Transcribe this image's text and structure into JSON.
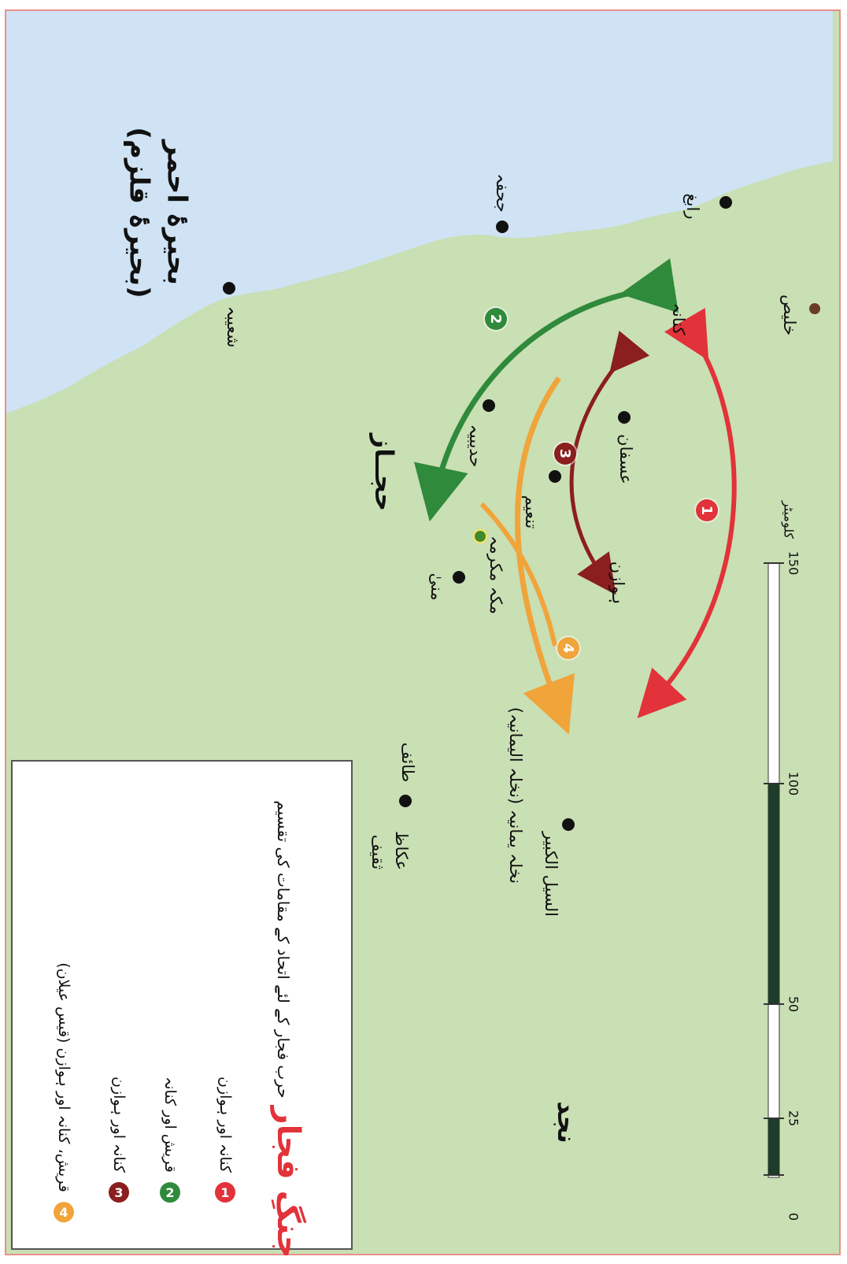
{
  "map": {
    "sea_label": "بحیرۂ احمر",
    "sea_label_alt": "(بحیرۂ قلزم)",
    "region_label": "حجــاز",
    "region_najd": "نجد",
    "colors": {
      "sea": "#cfe3f4",
      "land": "#c9dfb4",
      "route_1": "#e2323a",
      "route_2": "#2f8a3b",
      "route_3": "#8b1e1e",
      "route_4": "#f0a43a"
    }
  },
  "places": {
    "rabigh": "رابغ",
    "juhfa": "جحفہ",
    "shuaiba": "شعیبہ",
    "khulais": "خلیص",
    "kinana": "کنانہ",
    "usfan": "عسفان",
    "hudaibiya": "حدیبیہ",
    "tanim": "تنعیم",
    "makkah": "مکہ مکرمہ",
    "mina": "منیٰ",
    "hawazin_area": "ہوازن",
    "taif": "طائف",
    "thaqif": "ثقیف",
    "ukaz": "عکاظ",
    "sail_kabir": "السیل الکبیر",
    "nakhla": "نخلہ یمانیہ (نخلہ الیمانیہ)"
  },
  "markers": [
    "1",
    "2",
    "3",
    "4"
  ],
  "scale": {
    "unit": "کلومیٹر",
    "ticks": [
      "0",
      "25",
      "50",
      "100",
      "150"
    ]
  },
  "legend": {
    "title": "جنگِ فجار",
    "subtitle": "حرب فجار کے لئے اتحاد کے مقامات کی تقسیم",
    "items": [
      {
        "num": "1",
        "label": "کنانہ اور ہوازن",
        "color": "#e2323a"
      },
      {
        "num": "2",
        "label": "قریش اور کنانہ",
        "color": "#2f8a3b"
      },
      {
        "num": "3",
        "label": "کنانہ اور ہوازن",
        "color": "#8b1e1e"
      },
      {
        "num": "4",
        "label": "قریش، کنانہ اور ہوازن (قیس عیلان)",
        "color": "#f0a43a"
      }
    ]
  }
}
